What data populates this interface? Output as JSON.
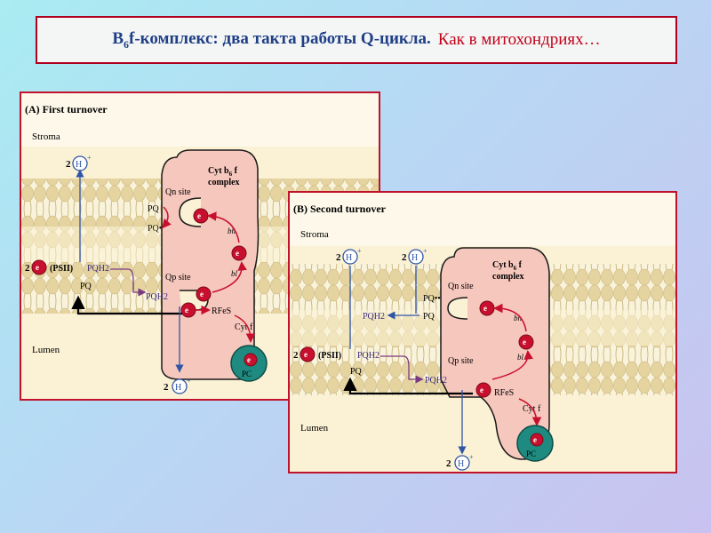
{
  "title": {
    "main_prefix": "B",
    "main_sub": "6",
    "main_rest": "f-комплекс:  два такта работы Q-цикла.",
    "highlight": "Как в митохондриях…"
  },
  "panel_a": {
    "heading": "(A)   First turnover",
    "stroma": "Stroma",
    "lumen": "Lumen",
    "complex_line1": "Cyt b",
    "complex_sub": "6",
    "complex_f": " f",
    "complex_line2": "complex",
    "qn_site": "Qn site",
    "qp_site": "Qp site",
    "pq": "PQ",
    "pq_dot": "PQ•",
    "pqh2": "PQH2",
    "psii": "(PSII)",
    "two": "2",
    "e": "e",
    "h": "H",
    "plus": "+",
    "bh": "bh",
    "bl": "bl",
    "rfes": "RFeS",
    "cytf": "Cyt f",
    "pc": "PC"
  },
  "panel_b": {
    "heading": "(B)   Second turnover",
    "stroma": "Stroma",
    "lumen": "Lumen",
    "complex_line1": "Cyt b",
    "complex_sub": "6",
    "complex_f": " f",
    "complex_line2": "complex",
    "qn_site": "Qn site",
    "qp_site": "Qp site",
    "pq": "PQ",
    "pq_dot": "PQ••",
    "pqh2": "PQH2",
    "psii": "(PSII)",
    "two": "2",
    "e": "e",
    "h": "H",
    "plus": "+",
    "bh": "bh",
    "bl": "bl",
    "rfes": "RFeS",
    "cytf": "Cyt f",
    "pc": "PC"
  }
}
